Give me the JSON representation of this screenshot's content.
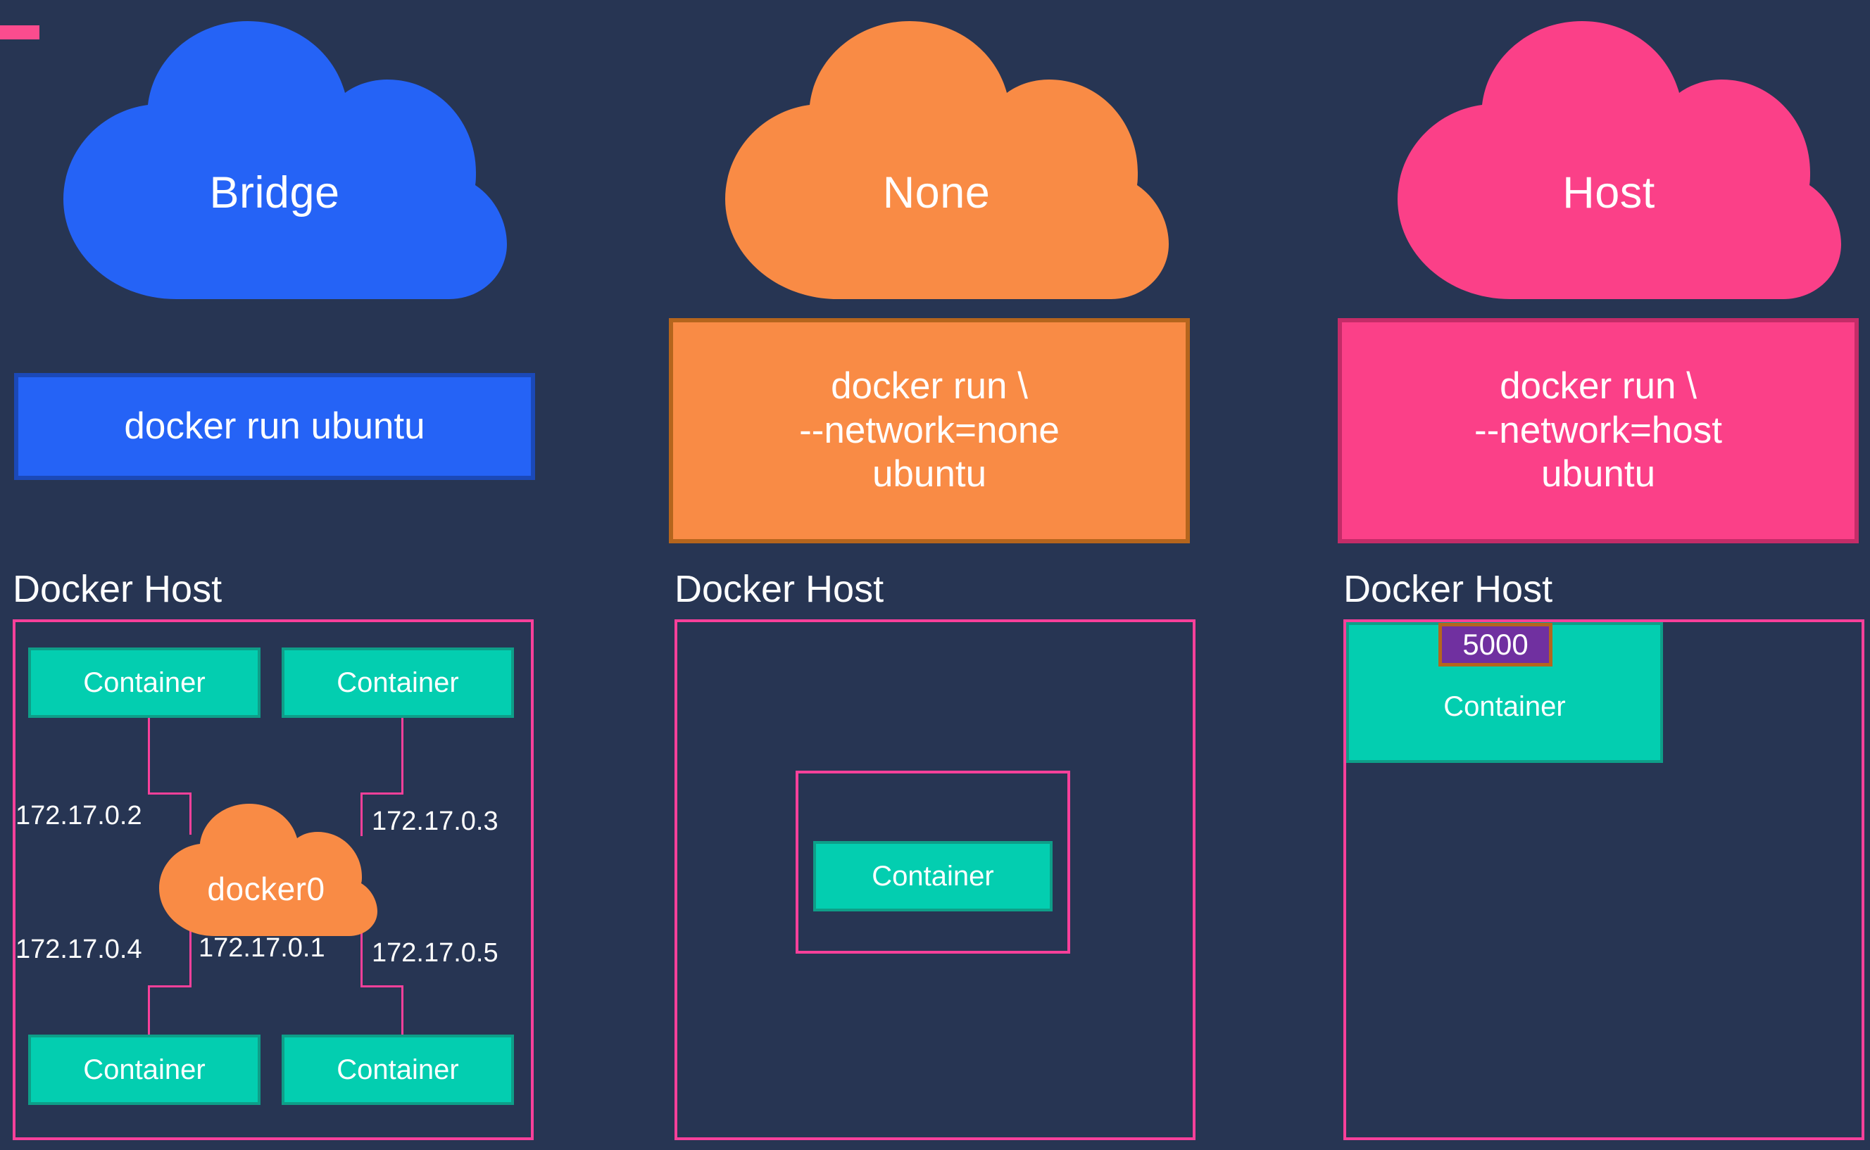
{
  "slide": {
    "background_color": "#273553",
    "marker_color": "#FB4C8E"
  },
  "columns": [
    {
      "id": "bridge",
      "cloud_label": "Bridge",
      "cloud_color": "#2563F6",
      "command_lines": [
        "docker run ubuntu"
      ],
      "command_box_color": "#2563F6",
      "host_title": "Docker Host"
    },
    {
      "id": "none",
      "cloud_label": "None",
      "cloud_color": "#F98B45",
      "command_lines": [
        "docker run \\",
        "--network=none",
        "ubuntu"
      ],
      "command_box_color": "#F98B45",
      "host_title": "Docker Host"
    },
    {
      "id": "host",
      "cloud_label": "Host",
      "cloud_color": "#FB4088",
      "command_lines": [
        "docker run \\",
        "--network=host",
        "ubuntu"
      ],
      "command_box_color": "#FB4088",
      "host_title": "Docker Host"
    }
  ],
  "bridge_panel": {
    "containers": [
      {
        "label": "Container",
        "ip": "172.17.0.2"
      },
      {
        "label": "Container",
        "ip": "172.17.0.3"
      },
      {
        "label": "Container",
        "ip": "172.17.0.4"
      },
      {
        "label": "Container",
        "ip": "172.17.0.5"
      }
    ],
    "bridge_device": {
      "label": "docker0",
      "ip": "172.17.0.1",
      "color": "#F98B45"
    },
    "host_border_color": "#F8409A"
  },
  "none_panel": {
    "container_label": "Container",
    "namespace_border_color": "#F8409A"
  },
  "host_panel": {
    "container_label": "Container",
    "port": "5000",
    "port_badge_color": "#7030A0",
    "port_badge_border_color": "#B5651D"
  },
  "palette": {
    "container_fill": "#03CEB0",
    "container_border": "#0E9E88",
    "pink_accent": "#F8409A",
    "text": "#ffffff"
  }
}
